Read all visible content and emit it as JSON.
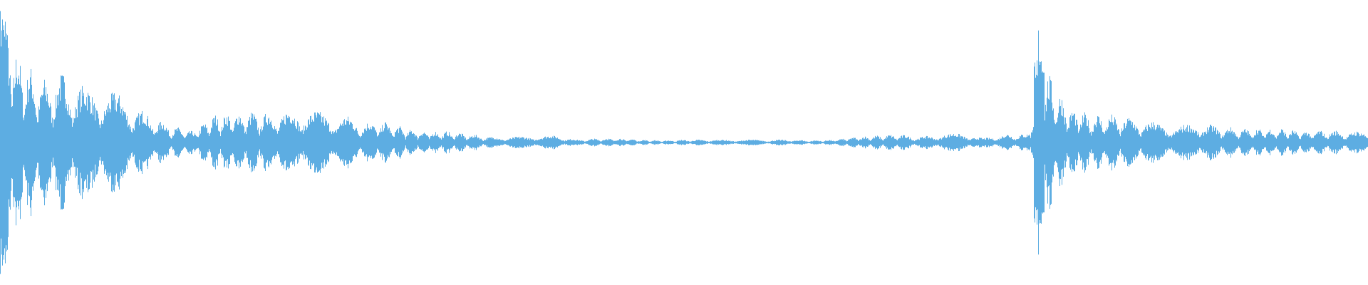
{
  "chart_data": {
    "type": "area",
    "description_of_values": "",
    "waveform_color": "#5DADE2",
    "background_color": "#FFFFFF",
    "axes_visible": false,
    "grid": false,
    "ylim": [
      -1,
      1
    ],
    "envelope": [
      0.92,
      0.6,
      0.45,
      0.5,
      0.4,
      0.4,
      0.3,
      0.2,
      0.12,
      0.08,
      0.2,
      0.22,
      0.22,
      0.22,
      0.25,
      0.22,
      0.2,
      0.15,
      0.15,
      0.1,
      0.08,
      0.08,
      0.06,
      0.04,
      0.04,
      0.05,
      0.05,
      0.02,
      0.03,
      0.03,
      0.02,
      0.015,
      0.02,
      0.02,
      0.02,
      0.02,
      0.02,
      0.02,
      0.015,
      0.02,
      0.04,
      0.05,
      0.06,
      0.04,
      0.06,
      0.07,
      0.03,
      0.06,
      0.06,
      0.5,
      0.25,
      0.2,
      0.2,
      0.18,
      0.15,
      0.12,
      0.14,
      0.12,
      0.1,
      0.1,
      0.1,
      0.08,
      0.09,
      0.08,
      0.08
    ]
  }
}
